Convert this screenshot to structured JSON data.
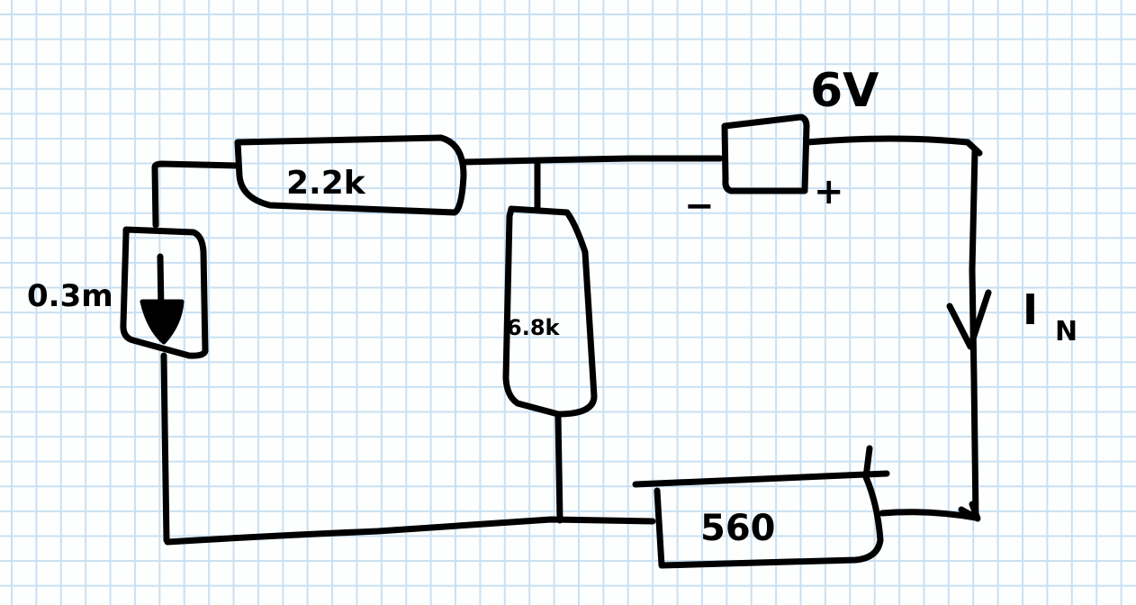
{
  "diagram": {
    "type": "hand-drawn circuit",
    "components": {
      "current_source": {
        "label": "0.3m"
      },
      "resistor_top": {
        "label": "2.2k"
      },
      "resistor_middle": {
        "label": "6.8k"
      },
      "voltage_source": {
        "label": "6V",
        "minus": "−",
        "plus": "+"
      },
      "resistor_bottom": {
        "label": "560"
      },
      "current_label": {
        "main": "I",
        "sub": "N"
      }
    }
  }
}
